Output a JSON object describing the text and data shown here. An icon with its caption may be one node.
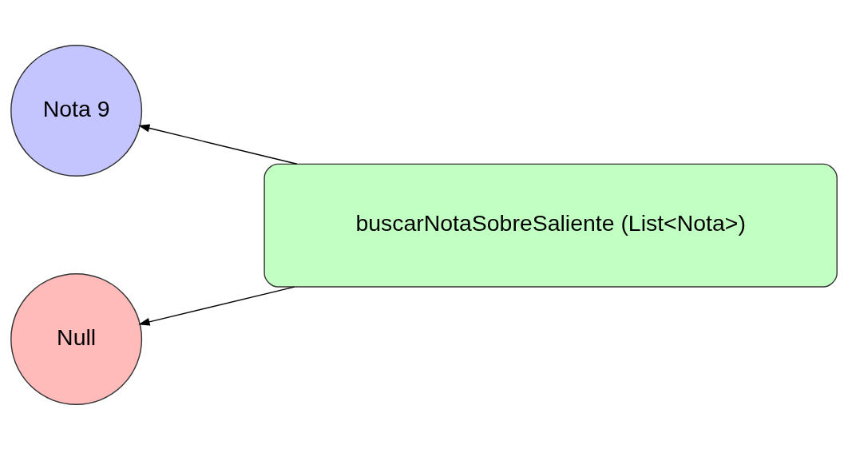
{
  "diagram": {
    "nodes": [
      {
        "text": [
          "Nota 9"
        ]
      },
      {
        "text": [
          "buscarNotaSobreSaliente (List<Nota>)"
        ]
      },
      {
        "text": [
          "Null"
        ]
      }
    ],
    "edges": [
      {
        "from": 1,
        "to": 0,
        "arrow": "to"
      },
      {
        "from": 1,
        "to": 2,
        "arrow": "to"
      }
    ]
  }
}
